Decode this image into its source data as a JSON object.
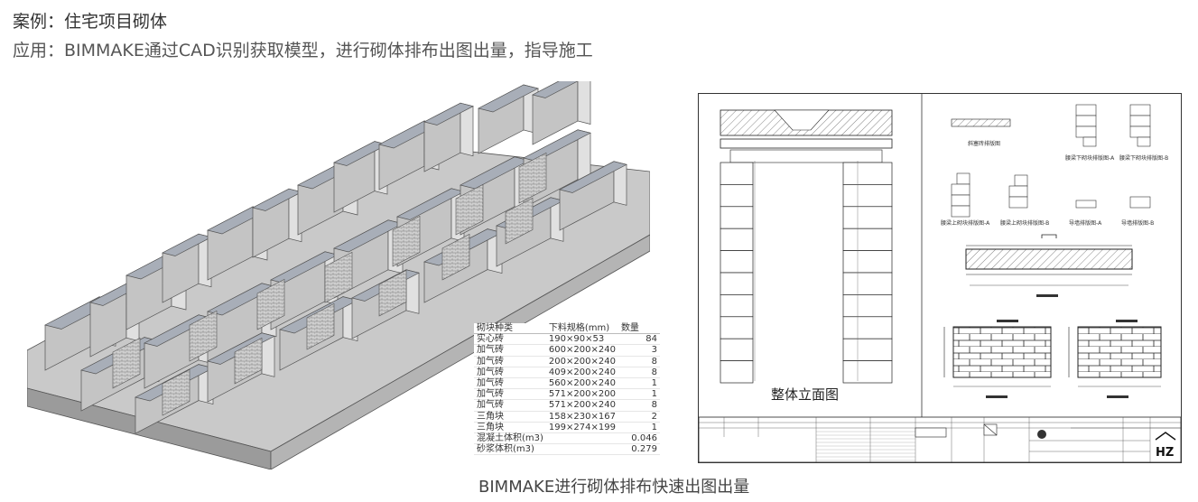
{
  "header": {
    "title": "案例：住宅项目砌体",
    "subtitle": "应用：BIMMAKE通过CAD识别获取模型，进行砌体排布出图出量，指导施工"
  },
  "caption": "BIMMAKE进行砌体排布快速出图出量",
  "table": {
    "headers": [
      "砌块种类",
      "下料规格(mm)",
      "数量"
    ],
    "rows": [
      [
        "实心砖",
        "190×90×53",
        "84"
      ],
      [
        "加气砖",
        "600×200×240",
        "3"
      ],
      [
        "加气砖",
        "200×200×240",
        "8"
      ],
      [
        "加气砖",
        "409×200×240",
        "8"
      ],
      [
        "加气砖",
        "560×200×240",
        "1"
      ],
      [
        "加气砖",
        "571×200×200",
        "1"
      ],
      [
        "加气砖",
        "571×200×240",
        "8"
      ],
      [
        "三角块",
        "158×230×167",
        "2"
      ],
      [
        "三角块",
        "199×274×199",
        "1"
      ],
      [
        "混凝土体积(m3)",
        "",
        "0.046"
      ],
      [
        "砂浆体积(m3)",
        "",
        "0.279"
      ]
    ]
  },
  "drawing": {
    "elevation_label": "整体立面图",
    "labels": {
      "l1": "斜塞砖排版图",
      "l2": "腰梁下砌块排版图-A",
      "l3": "腰梁下砌块排版图-B",
      "l4": "腰梁上砌块排版图-A",
      "l5": "腰梁上砌块排版图-B",
      "l6": "导墙排版图-A",
      "l7": "导墙排版图-B"
    }
  },
  "icons": {
    "logo": "hz-logo-icon"
  }
}
